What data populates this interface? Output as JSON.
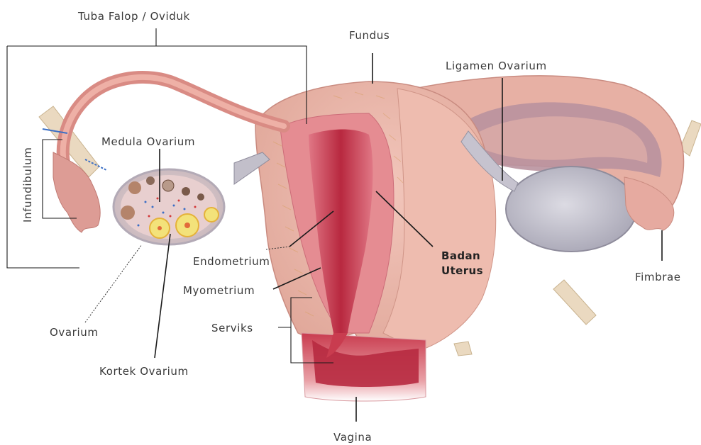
{
  "labels": {
    "tuba_falop": "Tuba Falop / Oviduk",
    "fundus": "Fundus",
    "ligamen_ovarium": "Ligamen Ovarium",
    "medula_ovarium": "Medula Ovarium",
    "infundibulum": "Infundibulum",
    "endometrium": "Endometrium",
    "badan_uterus_1": "Badan",
    "badan_uterus_2": "Uterus",
    "myometrium": "Myometrium",
    "fimbrae": "Fimbrae",
    "serviks": "Serviks",
    "ovarium": "Ovarium",
    "kortek_ovarium": "Kortek Ovarium",
    "vagina": "Vagina"
  },
  "colors": {
    "uterus_outer": "#e9b3a6",
    "uterus_inner": "#d96a78",
    "cavity": "#c2384c",
    "ovary": "#c9c3cc",
    "ovary_right": "#b8b6c2",
    "tube": "#d98b84",
    "ligament": "#e6d6c0",
    "follicle": "#f3e27a"
  }
}
